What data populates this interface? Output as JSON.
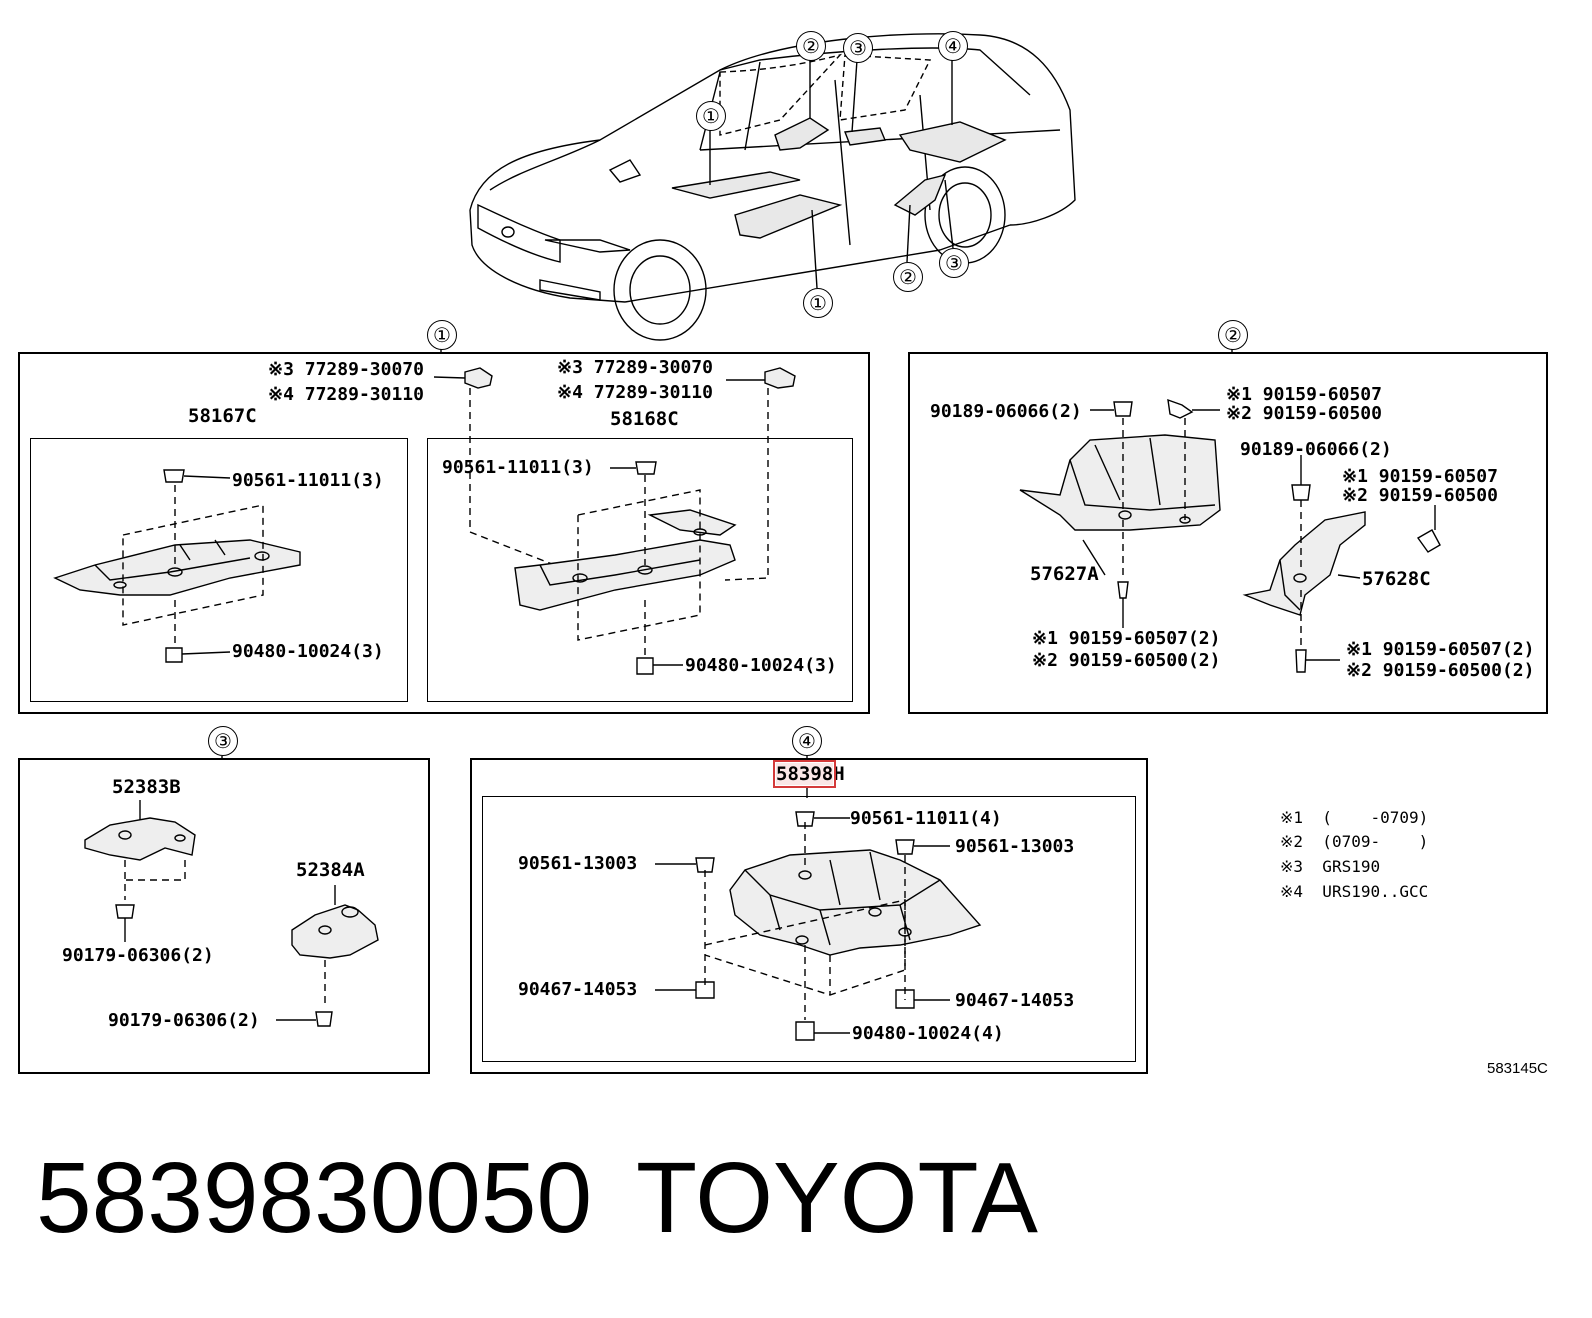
{
  "overview": {
    "markers": [
      "①",
      "②",
      "③",
      "④",
      "②",
      "③",
      "①"
    ]
  },
  "panel1": {
    "marker": "①",
    "top_left": {
      "line1": "※3 77289-30070",
      "line2": "※4 77289-30110"
    },
    "top_right": {
      "line1": "※3 77289-30070",
      "line2": "※4 77289-30110"
    },
    "left_part": "58167C",
    "right_part": "58168C",
    "left_clip": "90561-11011(3)",
    "left_bolt": "90480-10024(3)",
    "right_clip": "90561-11011(3)",
    "right_bolt": "90480-10024(3)"
  },
  "panel2": {
    "marker": "②",
    "clip_a": "90189-06066(2)",
    "screw_a": {
      "line1": "※1 90159-60507",
      "line2": "※2 90159-60500"
    },
    "clip_b": "90189-06066(2)",
    "screw_b": {
      "line1": "※1 90159-60507",
      "line2": "※2 90159-60500"
    },
    "part_a": "57627A",
    "part_b": "57628C",
    "bottom_a": {
      "line1": "※1 90159-60507(2)",
      "line2": "※2 90159-60500(2)"
    },
    "bottom_b": {
      "line1": "※1 90159-60507(2)",
      "line2": "※2 90159-60500(2)"
    }
  },
  "panel3": {
    "marker": "③",
    "part_a": "52383B",
    "part_b": "52384A",
    "bolt_a": "90179-06306(2)",
    "bolt_b": "90179-06306(2)"
  },
  "panel4": {
    "marker": "④",
    "part_highlight": "58398",
    "part_suffix": "H",
    "clip_top": "90561-11011(4)",
    "clip_left": "90561-13003",
    "clip_right": "90561-13003",
    "bolt_left": "90467-14053",
    "bolt_right": "90467-14053",
    "bolt_bottom": "90480-10024(4)"
  },
  "notes": [
    "※1  (    -0709)",
    "※2  (0709-    )",
    "※3  GRS190",
    "※4  URS190..GCC"
  ],
  "figure_ref": "583145C",
  "part_number": "5839830050",
  "brand": "TOYOTA",
  "colors": {
    "highlight": "#d43a3a",
    "ink": "#000000",
    "part_fill": "#eeeeee"
  }
}
